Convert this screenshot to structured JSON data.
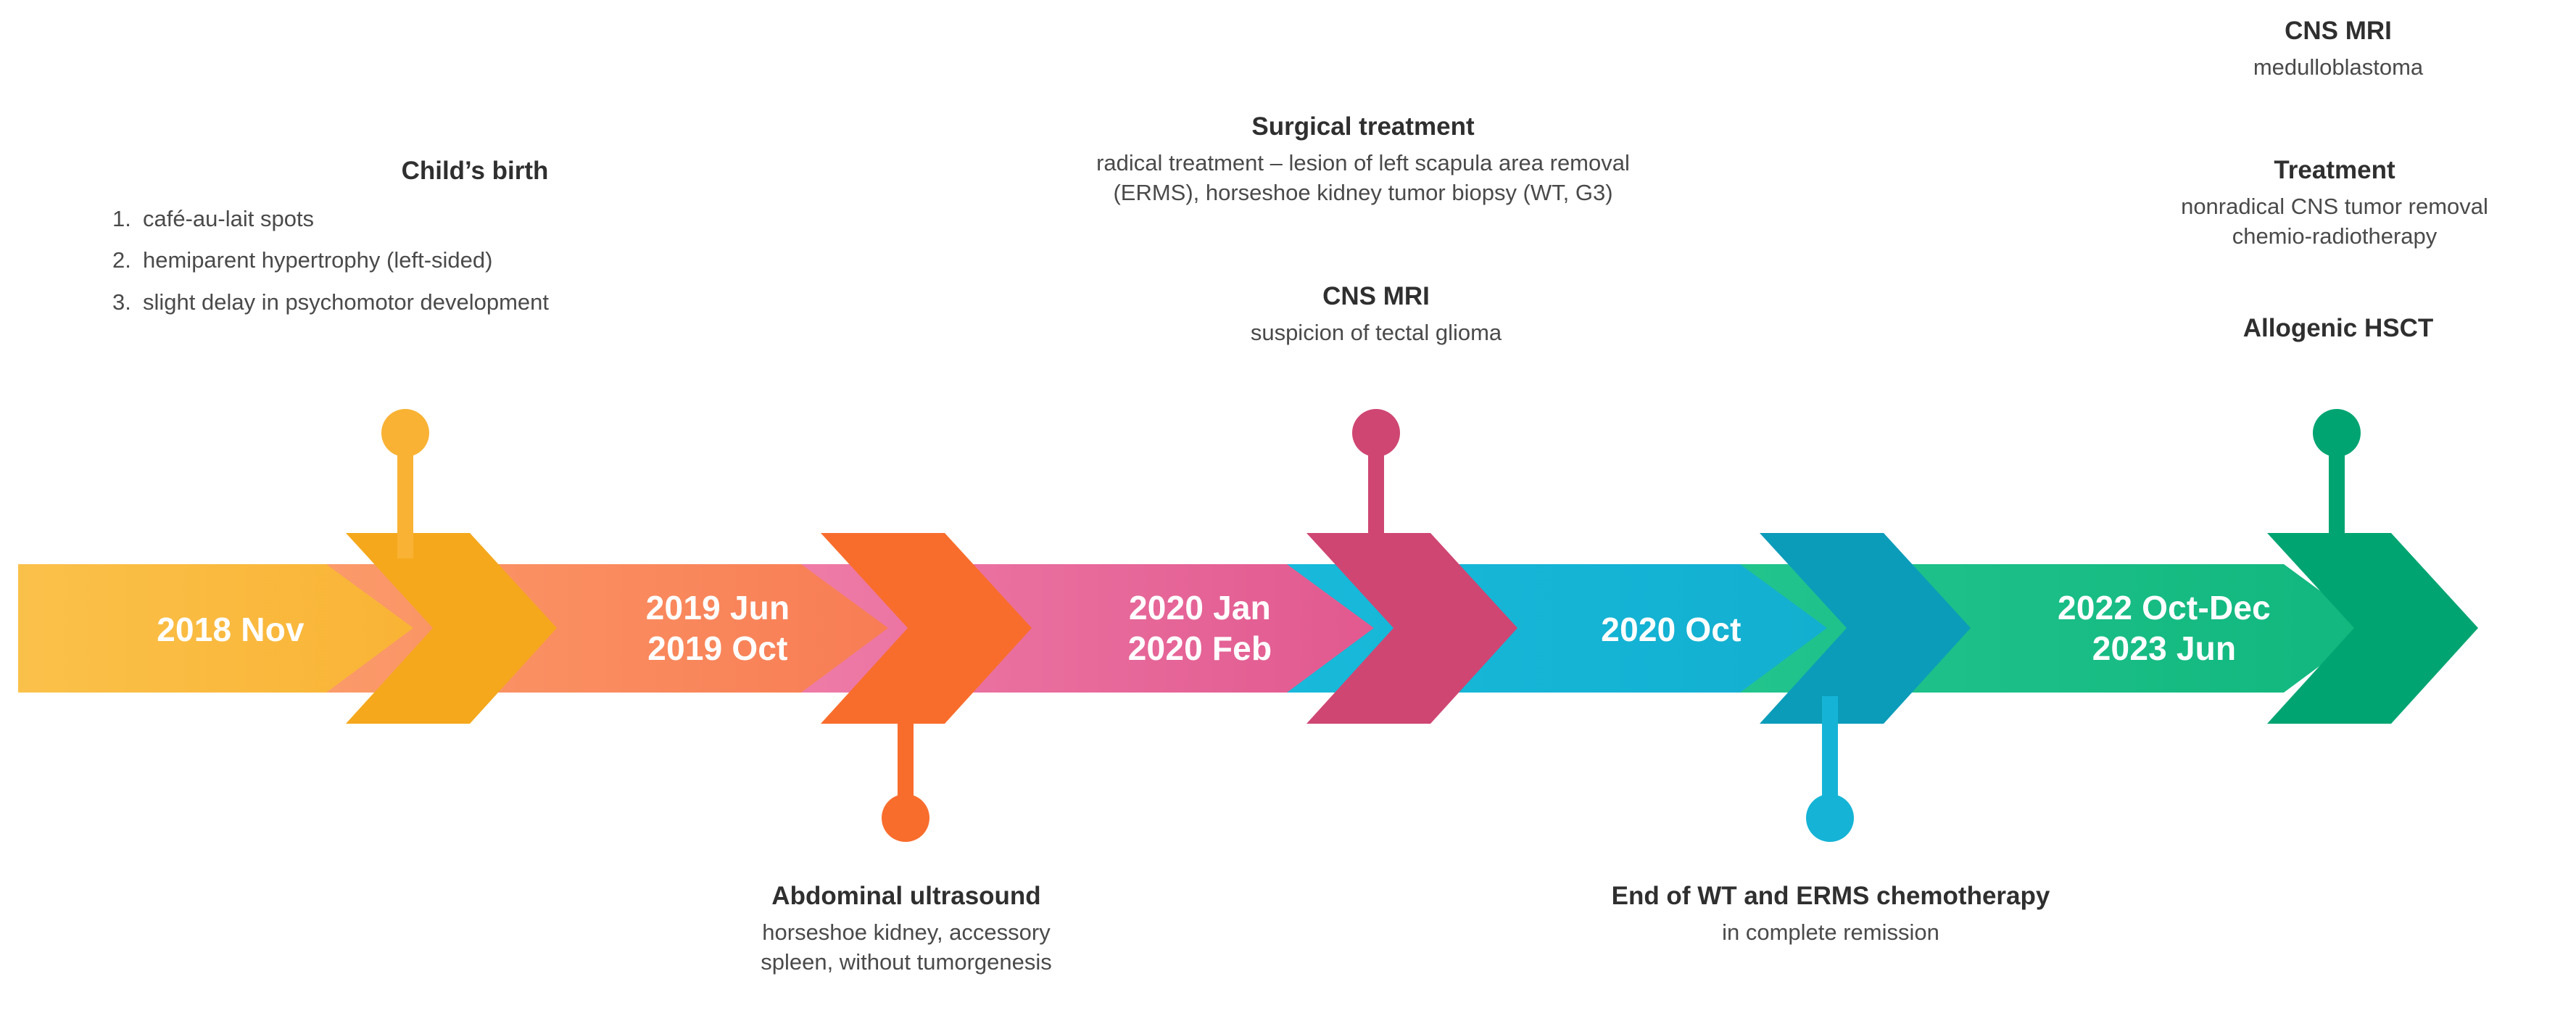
{
  "timeline": {
    "segments": [
      {
        "id": "seg-2018-nov",
        "label": "2018 Nov",
        "color": "#f9b233",
        "connector_color": "#f5a81c"
      },
      {
        "id": "seg-2019",
        "label": "2019 Jun\n2019 Oct",
        "color": "#f9845f",
        "connector_color": "#f96d2c"
      },
      {
        "id": "seg-2020-jan-feb",
        "label": "2020 Jan\n2020 Feb",
        "color": "#e8699b",
        "connector_color": "#cf4672"
      },
      {
        "id": "seg-2020-oct",
        "label": "2020 Oct",
        "color": "#15b4d6",
        "connector_color": "#0b9cba"
      },
      {
        "id": "seg-2022-2023",
        "label": "2022 Oct-Dec\n2023 Jun",
        "color": "#16bd85",
        "connector_color": "#00a471"
      }
    ]
  },
  "markers": [
    {
      "id": "marker-childs-birth",
      "color": "#f9b233",
      "position": "above"
    },
    {
      "id": "marker-abdominal-us",
      "color": "#f96d2c",
      "position": "below"
    },
    {
      "id": "marker-cns-mri-1",
      "color": "#cf4672",
      "position": "above"
    },
    {
      "id": "marker-chemo-end",
      "color": "#15b4d6",
      "position": "below"
    },
    {
      "id": "marker-hsct",
      "color": "#00a471",
      "position": "above"
    }
  ],
  "callouts": {
    "childs_birth": {
      "title": "Child’s birth",
      "items": [
        {
          "index": "1.",
          "text": "café-au-lait spots"
        },
        {
          "index": "2.",
          "text": "hemiparent hypertrophy (left-sided)"
        },
        {
          "index": "3.",
          "text": "slight delay in psychomotor development"
        }
      ]
    },
    "surgical_treatment": {
      "title": "Surgical treatment",
      "subtitle": "radical treatment – lesion of left scapula area removal\n(ERMS), horseshoe kidney tumor biopsy (WT, G3)"
    },
    "cns_mri_tectal": {
      "title": "CNS MRI",
      "subtitle": "suspicion of tectal glioma"
    },
    "cns_mri_medulloblastoma": {
      "title": "CNS MRI",
      "subtitle": "medulloblastoma"
    },
    "treatment": {
      "title": "Treatment",
      "subtitle": "nonradical CNS tumor removal\nchemio-radiotherapy"
    },
    "allogenic_hsct": {
      "title": "Allogenic HSCT"
    },
    "abdominal_ultrasound": {
      "title": "Abdominal ultrasound",
      "subtitle": "horseshoe kidney, accessory\nspleen, without tumorgenesis"
    },
    "chemo_end": {
      "title": "End of WT and ERMS chemotherapy",
      "subtitle": "in complete remission"
    }
  }
}
